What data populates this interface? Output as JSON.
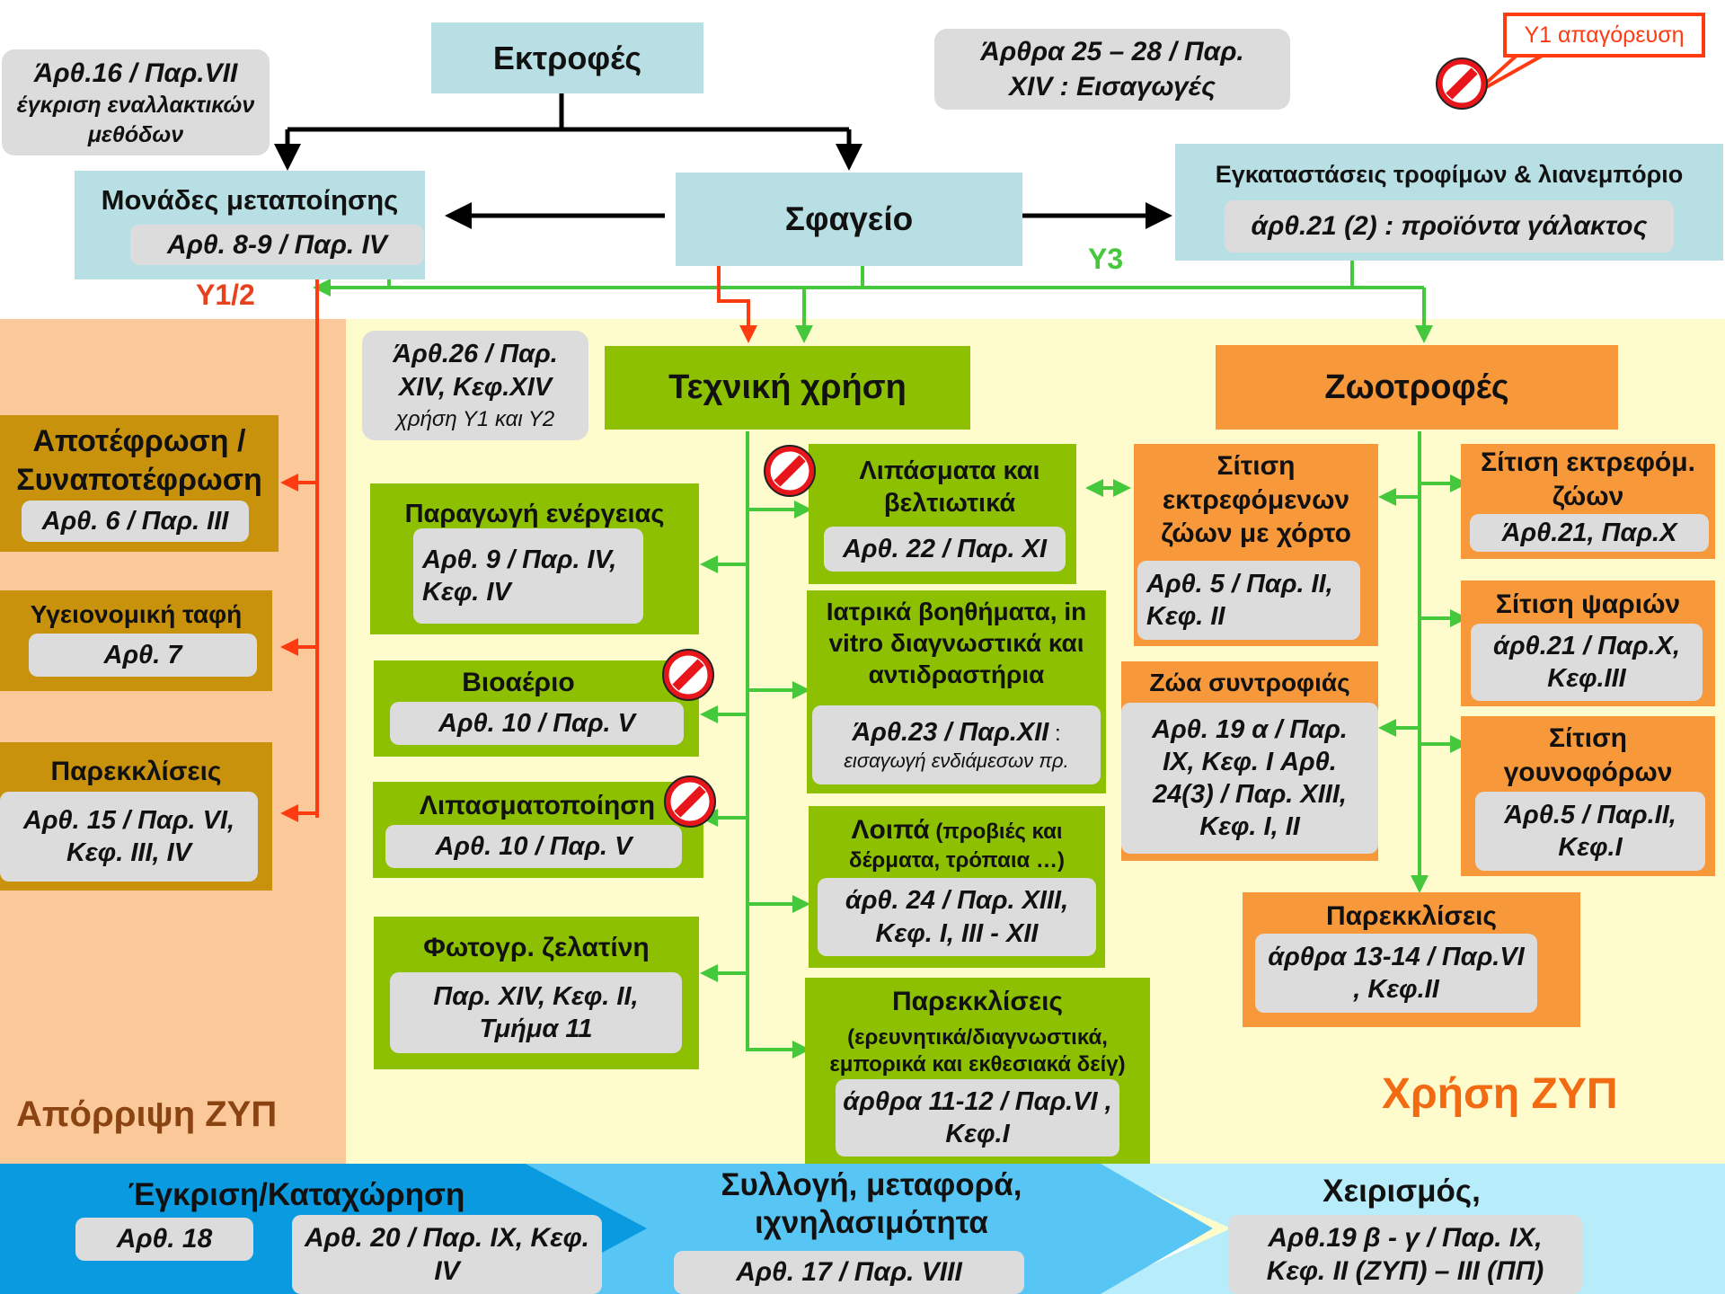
{
  "top": {
    "ektrofes": "Εκτροφές",
    "sfageio": "Σφαγείο",
    "monades_title": "Μονάδες μεταποίησης",
    "monades_ref": "Αρθ. 8-9 / Παρ. IV",
    "egkat_title": "Εγκαταστάσεις τροφίμων & λιανεμπόριο",
    "egkat_ref": "άρθ.21 (2) : προϊόντα γάλακτος",
    "note_arth16": [
      "Άρθ.16 / Παρ.VII",
      "έγκριση εναλλακτικών",
      "μεθόδων"
    ],
    "note_arthra25": [
      "Άρθρα 25 – 28 / Παρ.",
      "XIV : Εισαγωγές"
    ],
    "y1_callout": "Υ1 απαγόρευση",
    "label_y12": "Υ1/2",
    "label_y3": "Υ3"
  },
  "left": {
    "region_label": "Απόρριψη ΖΥΠ",
    "items": [
      {
        "title": "Αποτέφρωση / Συναποτέφρωση",
        "ref": "Αρθ. 6 / Παρ. III"
      },
      {
        "title": "Υγειονομική ταφή",
        "ref": "Αρθ. 7"
      },
      {
        "title": "Παρεκκλίσεις",
        "ref": "Αρθ. 15 / Παρ. VI, Κεφ. III, IV"
      }
    ]
  },
  "middle": {
    "note_arth26": [
      "Άρθ.26 / Παρ.",
      "XIV, Κεφ.XIV",
      "χρήση Υ1 και Υ2"
    ],
    "title": "Τεχνική χρήση",
    "left_items": [
      {
        "title": "Παραγωγή ενέργειας",
        "ref": "Αρθ. 9 / Παρ. IV, Κεφ. IV"
      },
      {
        "title": "Βιοαέριο",
        "ref": "Αρθ. 10 / Παρ. V"
      },
      {
        "title": "Λιπασματοποίηση",
        "ref": "Αρθ. 10 / Παρ. V"
      },
      {
        "title": "Φωτογρ. ζελατίνη",
        "ref": "Παρ. XIV, Κεφ. II, Τμήμα 11"
      }
    ],
    "right_items": [
      {
        "title": "Λιπάσματα και βελτιωτικά",
        "ref": "Αρθ. 22 / Παρ. XI"
      },
      {
        "title": "Ιατρικά βοηθήματα, in vitro διαγνωστικά και αντιδραστήρια",
        "ref_main": "Άρθ.23 / Παρ.XII",
        "ref_suffix": " :",
        "ref_sub": "εισαγωγή ενδιάμεσων πρ."
      },
      {
        "title": "Λοιπά",
        "title_sub": " (προβιές και δέρματα, τρόπαια …)",
        "ref": "άρθ. 24 / Παρ. XIII, Κεφ. I, III - XII"
      },
      {
        "title": "Παρεκκλίσεις",
        "title_sub": "(ερευνητικά/διαγνωστικά, εμπορικά και εκθεσιακά δείγ)",
        "ref": "άρθρα 11-12 / Παρ.VI , Κεφ.I"
      }
    ]
  },
  "right": {
    "title": "Ζωοτροφές",
    "region_label": "Χρήση ΖΥΠ",
    "items": [
      {
        "title": "Σίτιση εκτρεφόμενων ζώων με χόρτο",
        "ref": "Αρθ. 5 / Παρ. II, Κεφ. II"
      },
      {
        "title": "Ζώα συντροφιάς",
        "ref": "Αρθ. 19 α / Παρ. IX, Κεφ. I Αρθ. 24(3) / Παρ. XIII, Κεφ. I, II"
      },
      {
        "title": "Σίτιση εκτρεφόμ. ζώων",
        "ref": "Άρθ.21, Παρ.X"
      },
      {
        "title": "Σίτιση ψαριών",
        "ref": "άρθ.21 / Παρ.X, Κεφ.III"
      },
      {
        "title": "Σίτιση γουνοφόρων",
        "ref": "Άρθ.5 / Παρ.II, Κεφ.I"
      },
      {
        "title": "Παρεκκλίσεις",
        "ref": "άρθρα 13-14 / Παρ.VI , Κεφ.II"
      }
    ]
  },
  "bottom": {
    "s1_title": "Έγκριση/Καταχώρηση",
    "s1_ref1": "Αρθ. 18",
    "s1_ref2": "Αρθ. 20 / Παρ. IX, Κεφ. IV",
    "s2_title": "Συλλογή, μεταφορά, ιχνηλασιμότητα",
    "s2_ref": "Αρθ. 17 / Παρ. VIII",
    "s3_title": "Χειρισμός,",
    "s3_ref": "Αρθ.19 β - γ / Παρ. IX, Κεφ. II (ΖΥΠ) – III (ΠΠ)"
  },
  "colors": {
    "flow_black": "#000000",
    "flow_green": "#45c83c",
    "flow_red": "#ff3b12",
    "box_green": "#8cc000",
    "box_orange": "#f7983a",
    "box_gold": "#c9920c",
    "box_lightblue": "#b8dfe3",
    "region_peach": "#fbc89a",
    "region_cream": "#fefccc",
    "label_red": "#e8411e",
    "label_orange": "#f26a12",
    "label_brown": "#8a4412",
    "band_blue": "#0a9ae0",
    "band_mid": "#58c6f4",
    "band_light": "#b7ecfb"
  }
}
